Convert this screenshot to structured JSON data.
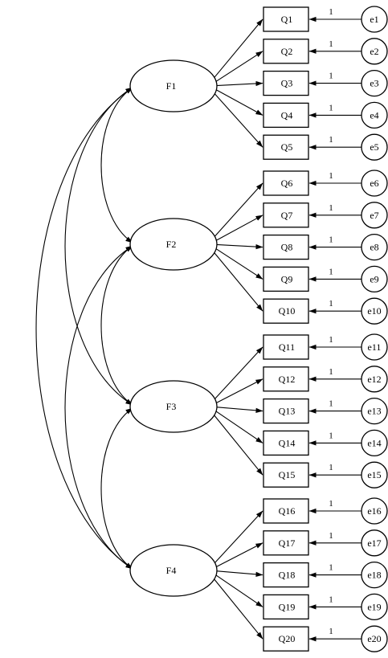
{
  "factors": [
    {
      "id": "F1",
      "label": "F1"
    },
    {
      "id": "F2",
      "label": "F2"
    },
    {
      "id": "F3",
      "label": "F3"
    },
    {
      "id": "F4",
      "label": "F4"
    }
  ],
  "indicators": [
    {
      "label": "Q1",
      "factor": "F1",
      "error": "e1",
      "weight": "1"
    },
    {
      "label": "Q2",
      "factor": "F1",
      "error": "e2",
      "weight": "1"
    },
    {
      "label": "Q3",
      "factor": "F1",
      "error": "e3",
      "weight": "1"
    },
    {
      "label": "Q4",
      "factor": "F1",
      "error": "e4",
      "weight": "1"
    },
    {
      "label": "Q5",
      "factor": "F1",
      "error": "e5",
      "weight": "1"
    },
    {
      "label": "Q6",
      "factor": "F2",
      "error": "e6",
      "weight": "1"
    },
    {
      "label": "Q7",
      "factor": "F2",
      "error": "e7",
      "weight": "1"
    },
    {
      "label": "Q8",
      "factor": "F2",
      "error": "e8",
      "weight": "1"
    },
    {
      "label": "Q9",
      "factor": "F2",
      "error": "e9",
      "weight": "1"
    },
    {
      "label": "Q10",
      "factor": "F2",
      "error": "e10",
      "weight": "1"
    },
    {
      "label": "Q11",
      "factor": "F3",
      "error": "e11",
      "weight": "1"
    },
    {
      "label": "Q12",
      "factor": "F3",
      "error": "e12",
      "weight": "1"
    },
    {
      "label": "Q13",
      "factor": "F3",
      "error": "e13",
      "weight": "1"
    },
    {
      "label": "Q14",
      "factor": "F3",
      "error": "e14",
      "weight": "1"
    },
    {
      "label": "Q15",
      "factor": "F3",
      "error": "e15",
      "weight": "1"
    },
    {
      "label": "Q16",
      "factor": "F4",
      "error": "e16",
      "weight": "1"
    },
    {
      "label": "Q17",
      "factor": "F4",
      "error": "e17",
      "weight": "1"
    },
    {
      "label": "Q18",
      "factor": "F4",
      "error": "e18",
      "weight": "1"
    },
    {
      "label": "Q19",
      "factor": "F4",
      "error": "e19",
      "weight": "1"
    },
    {
      "label": "Q20",
      "factor": "F4",
      "error": "e20",
      "weight": "1"
    }
  ],
  "covariances": [
    [
      "F1",
      "F2"
    ],
    [
      "F1",
      "F3"
    ],
    [
      "F1",
      "F4"
    ],
    [
      "F2",
      "F3"
    ],
    [
      "F2",
      "F4"
    ],
    [
      "F3",
      "F4"
    ]
  ]
}
